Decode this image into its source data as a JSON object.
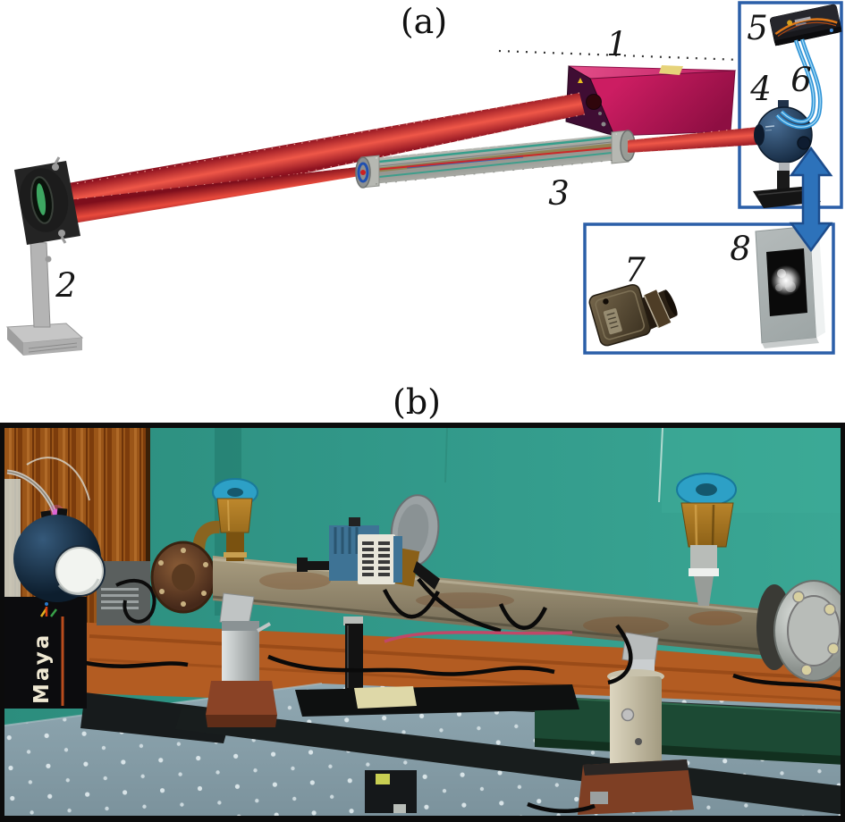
{
  "panels": {
    "a": {
      "label": "(a)"
    },
    "b": {
      "label": "(b)"
    }
  },
  "callouts": {
    "laser": "1",
    "steering_mirror": "2",
    "gas_cell": "3",
    "integrating_sphere": "4",
    "spectrometer": "5",
    "fiber": "6",
    "camera": "7",
    "screen": "8"
  },
  "photo": {
    "logo": "Maya"
  },
  "colors": {
    "panel_border": "#2b5fa8",
    "arrow_fill": "#2d72ba",
    "beam_red": "#ef5748",
    "laser_body": "#c02064",
    "wall_teal": "#32998a",
    "valve_handle_blue": "#2da0c6",
    "brass": "#a97c2a",
    "optical_table": "#859da7"
  }
}
